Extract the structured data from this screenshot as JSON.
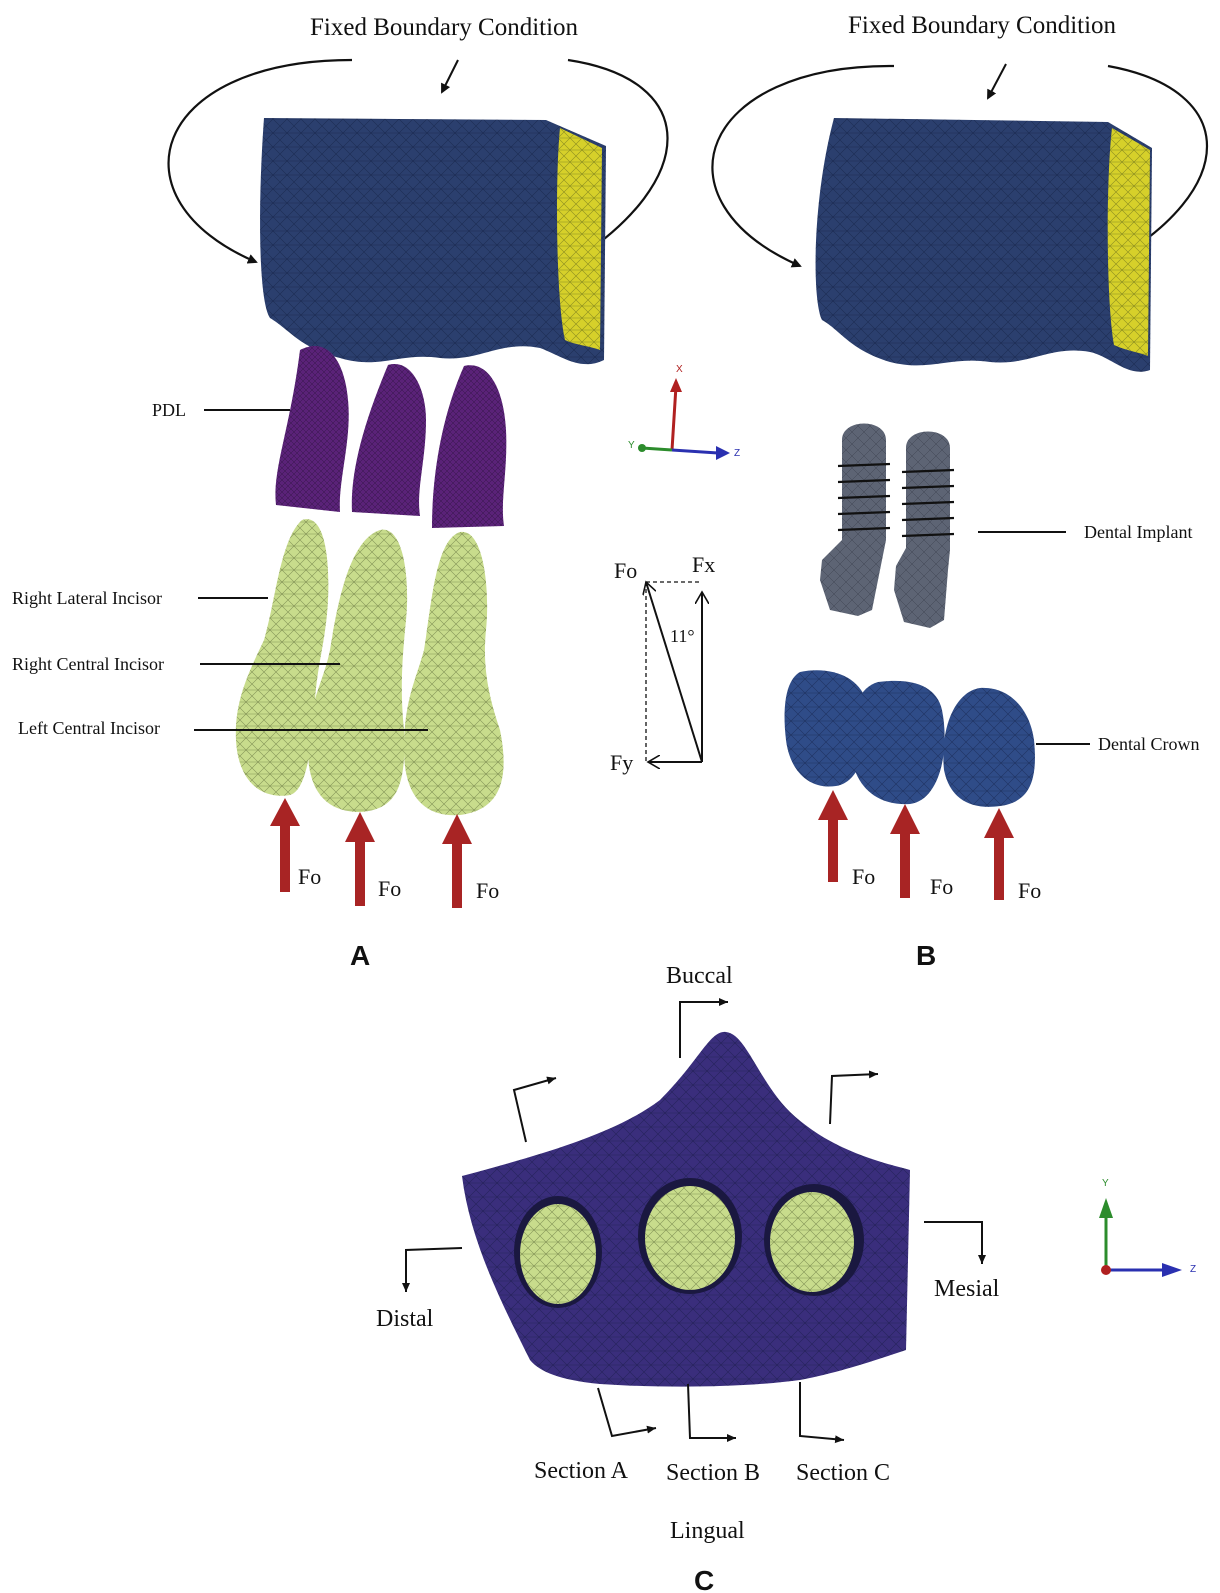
{
  "panels": {
    "a": {
      "letter": "A",
      "boundary_label": "Fixed Boundary Condition",
      "labels": {
        "pdl": "PDL",
        "right_lateral": "Right Lateral Incisor",
        "right_central": "Right Central Incisor",
        "left_central": "Left Central Incisor"
      },
      "force_labels": [
        "Fo",
        "Fo",
        "Fo"
      ]
    },
    "b": {
      "letter": "B",
      "boundary_label": "Fixed Boundary Condition",
      "labels": {
        "implant": "Dental Implant",
        "crown": "Dental Crown"
      },
      "force_labels": [
        "Fo",
        "Fo",
        "Fo"
      ]
    },
    "c": {
      "letter": "C",
      "labels": {
        "buccal": "Buccal",
        "lingual": "Lingual",
        "distal": "Distal",
        "mesial": "Mesial",
        "section_a": "Section A",
        "section_b": "Section B",
        "section_c": "Section C"
      }
    }
  },
  "force_diagram": {
    "fo": "Fo",
    "fx": "Fx",
    "fy": "Fy",
    "angle": "11°"
  },
  "axes_top": {
    "x": "X",
    "y": "Y",
    "z": "Z"
  },
  "axes_bottom": {
    "y": "Y",
    "z": "Z"
  },
  "colors": {
    "bone": "#2b3f6e",
    "bone_cut": "#d6d02a",
    "pdl": "#5a2278",
    "tooth": "#c8dc8c",
    "implant": "#5d6474",
    "crown": "#2f4c88",
    "base": "#3a2e7c",
    "force_arrow": "#a82424"
  }
}
